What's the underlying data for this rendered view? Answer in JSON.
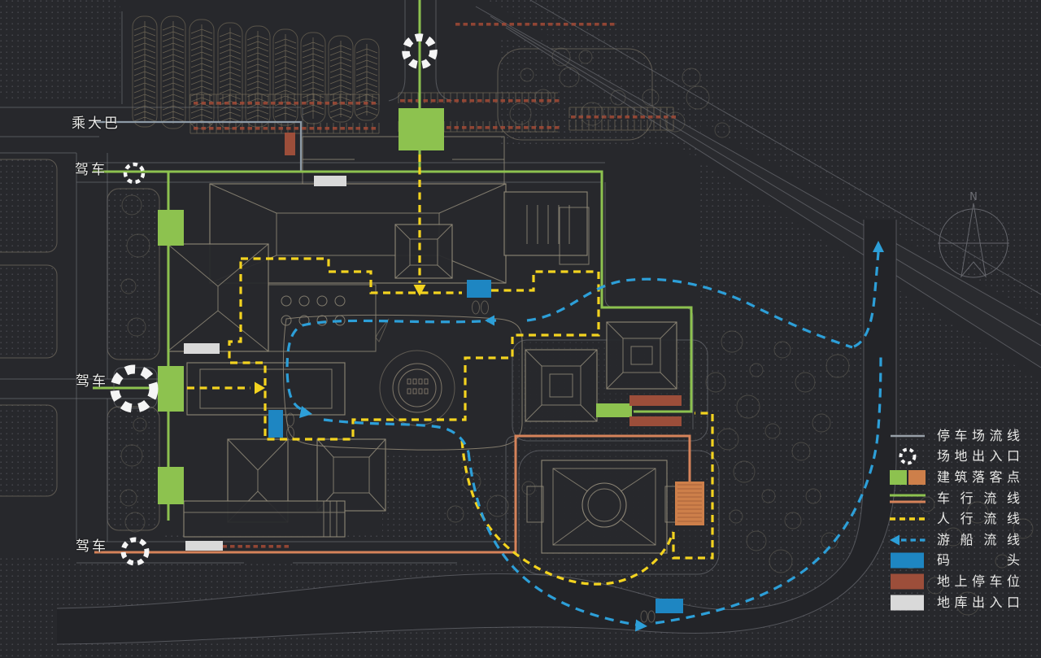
{
  "labels": {
    "bus": "乘大巴",
    "drive_top": "驾车",
    "drive_mid": "驾车",
    "drive_bottom": "驾车"
  },
  "compass": {
    "north": "N"
  },
  "colors": {
    "background": "#27282c",
    "green": "#8dc24f",
    "orange_line": "#d6835a",
    "orange_dropoff": "#cd7f4a",
    "brown_parking": "#9c4e3a",
    "yellow": "#f3d31f",
    "blue_route": "#2d9fd8",
    "blue_dock": "#1e86c2",
    "gray_flow": "#8d9aa6",
    "white": "#f2f2f2"
  },
  "legend": {
    "items": [
      {
        "key": "parking-flow",
        "label": "停车场流线",
        "type": "line",
        "color": "#98a0a8"
      },
      {
        "key": "site-entrance",
        "label": "场地出入口",
        "type": "dashed-circle",
        "color": "#f5f5f5"
      },
      {
        "key": "dropoff-point",
        "label": "建筑落客点",
        "type": "two-squares",
        "colors": [
          "#8dc24f",
          "#cd7f4a"
        ]
      },
      {
        "key": "vehicle-flow",
        "label": "车行流线",
        "type": "two-lines",
        "colors": [
          "#8dc24f",
          "#d6835a"
        ]
      },
      {
        "key": "pedestrian-flow",
        "label": "人行流线",
        "type": "dashed-line",
        "color": "#f3d31f"
      },
      {
        "key": "boat-flow",
        "label": "游船流线",
        "type": "dashed-arrow",
        "color": "#2d9fd8"
      },
      {
        "key": "dock",
        "label": "码头",
        "type": "rect",
        "color": "#1e86c2"
      },
      {
        "key": "surface-parking",
        "label": "地上停车位",
        "type": "rect",
        "color": "#9c4e3a"
      },
      {
        "key": "garage-entrance",
        "label": "地库出入口",
        "type": "rect",
        "color": "#d9d9d9"
      }
    ]
  }
}
